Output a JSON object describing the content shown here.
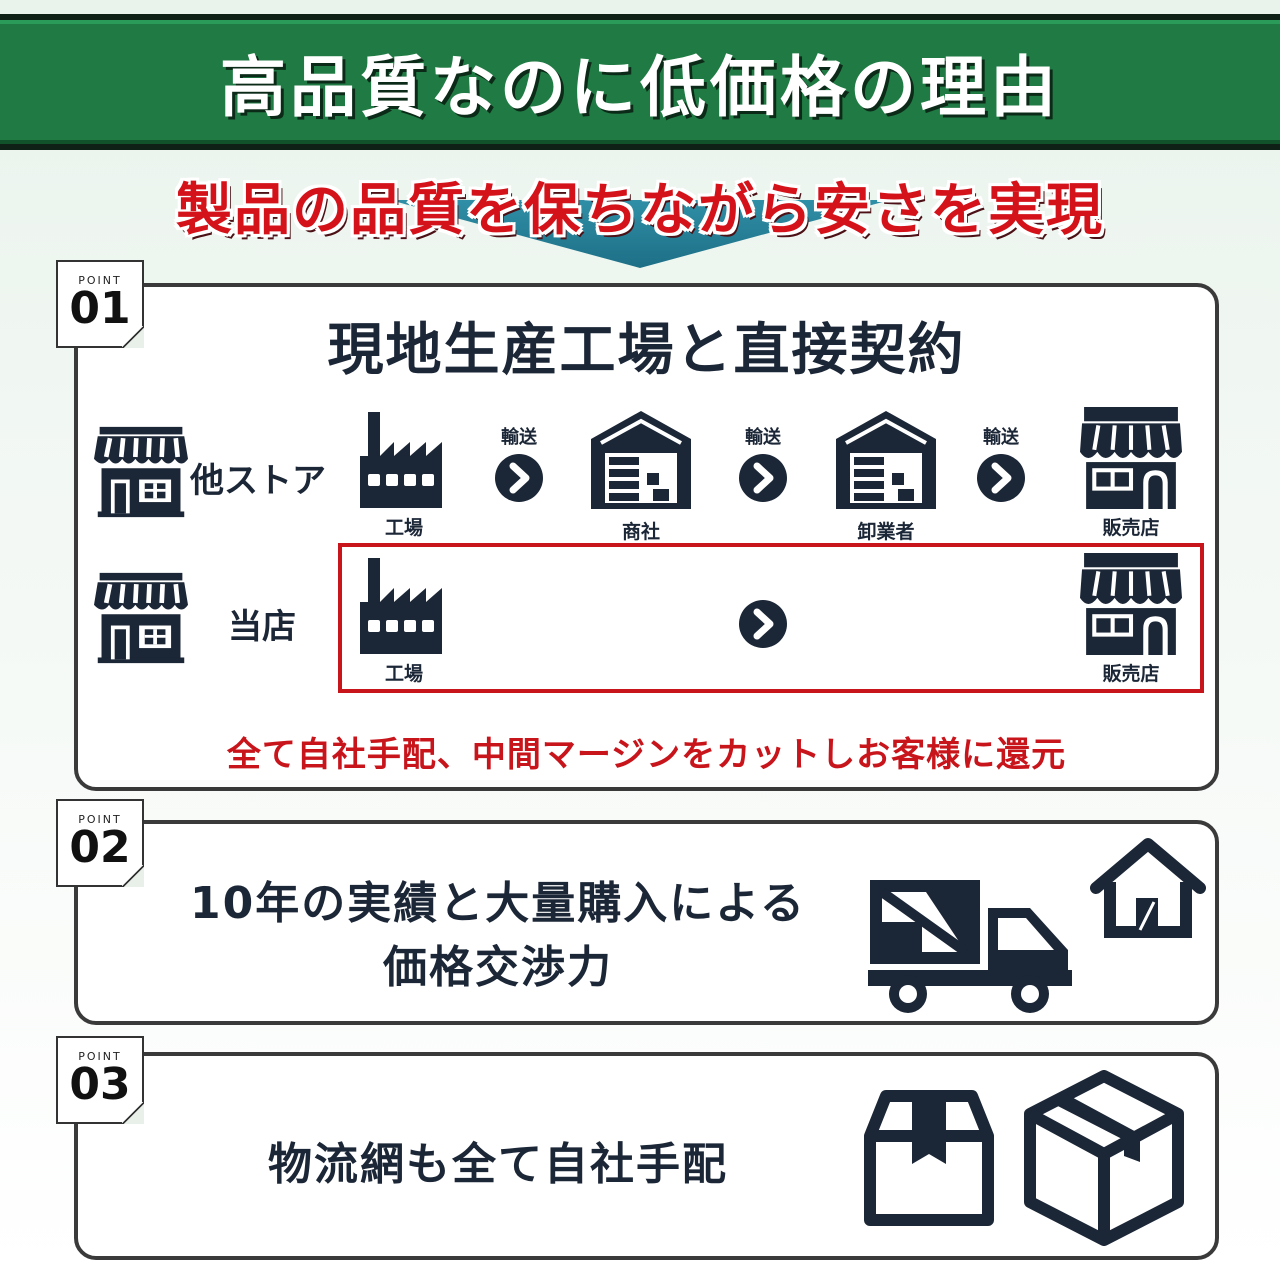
{
  "header": {
    "title": "高品質なのに低価格の理由"
  },
  "subtitle": "製品の品質を保ちながら安さを実現",
  "point1": {
    "badge_label": "POINT",
    "badge_number": "01",
    "title": "現地生産工場と直接契約",
    "row_other_label": "他ストア",
    "row_ours_label": "当店",
    "transport_label": "輸送",
    "factory_label": "工場",
    "trading_label": "商社",
    "wholesale_label": "卸業者",
    "retailer_label": "販売店",
    "footer": "全て自社手配、中間マージンをカットしお客様に還元"
  },
  "point2": {
    "badge_label": "POINT",
    "badge_number": "02",
    "line1": "10年の実績と大量購入による",
    "line2": "価格交渉力"
  },
  "point3": {
    "badge_label": "POINT",
    "badge_number": "03",
    "text": "物流網も全て自社手配"
  },
  "colors": {
    "green_band": "#1f7a43",
    "red_accent": "#c8141b",
    "navy_icon": "#1b2636"
  }
}
